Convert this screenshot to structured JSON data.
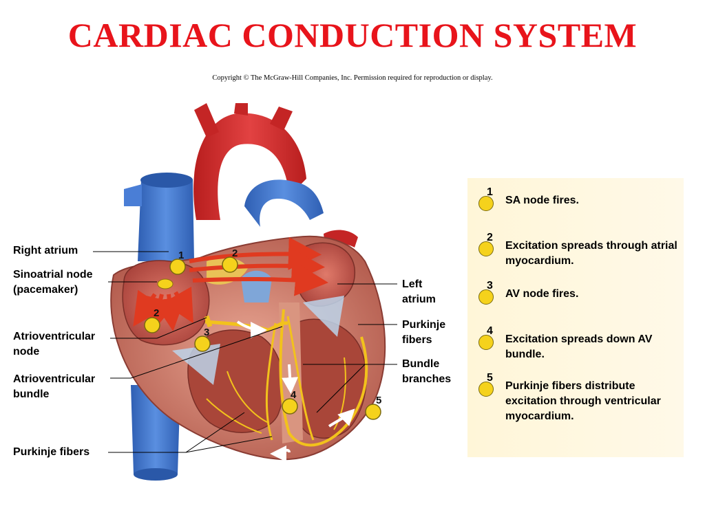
{
  "title": "CARDIAC CONDUCTION SYSTEM",
  "copyright": "Copyright © The McGraw-Hill Companies, Inc. Permission required for reproduction or display.",
  "labels": {
    "right_atrium": "Right atrium",
    "sa_node_1": "Sinoatrial node",
    "sa_node_2": "(pacemaker)",
    "av_node_1": "Atrioventricular",
    "av_node_2": "node",
    "av_bundle_1": "Atrioventricular",
    "av_bundle_2": "bundle",
    "purkinje_bottom": "Purkinje fibers",
    "left_atrium_1": "Left",
    "left_atrium_2": "atrium",
    "purkinje_right_1": "Purkinje",
    "purkinje_right_2": "fibers",
    "bundle_branches_1": "Bundle",
    "bundle_branches_2": "branches"
  },
  "markers": [
    "1",
    "2",
    "2",
    "3",
    "4",
    "5"
  ],
  "steps": [
    {
      "num": "1",
      "text": "SA node fires."
    },
    {
      "num": "2",
      "text": "Excitation spreads through atrial myocardium."
    },
    {
      "num": "3",
      "text": "AV node fires."
    },
    {
      "num": "4",
      "text": "Excitation spreads down AV bundle."
    },
    {
      "num": "5",
      "text": "Purkinje fibers distribute excitation through ventricular myocardium."
    }
  ],
  "colors": {
    "title": "#e8141b",
    "marker_fill": "#f5d21c",
    "panel_bg": "#fff6d8",
    "vein_blue": "#3f74c9",
    "artery_red": "#d42a2a",
    "myocardium": "#c8766a",
    "conduction_yellow": "#f2c21c"
  }
}
